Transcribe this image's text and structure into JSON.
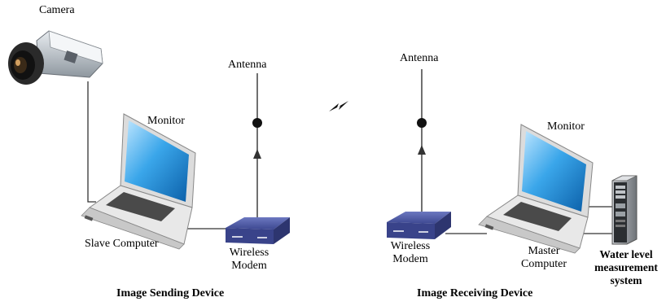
{
  "labels": {
    "camera": "Camera",
    "antenna_left": "Antenna",
    "antenna_right": "Antenna",
    "monitor_left": "Monitor",
    "monitor_right": "Monitor",
    "slave_computer": "Slave Computer",
    "wireless_modem_left_1": "Wireless",
    "wireless_modem_left_2": "Modem",
    "wireless_modem_right_1": "Wireless",
    "wireless_modem_right_2": "Modem",
    "master_computer_1": "Master",
    "master_computer_2": "Computer",
    "water_level_1": "Water level",
    "water_level_2": "measurement",
    "water_level_3": "system",
    "image_sending_device": "Image Sending Device",
    "image_receiving_device": "Image Receiving Device"
  },
  "icons": [
    "camera-icon",
    "laptop-icon",
    "wireless-modem-icon",
    "antenna-icon",
    "wireless-signal-icon",
    "server-tower-icon"
  ],
  "colors": {
    "line": "#333333",
    "modem": "#3f4a8a",
    "screen": "#1e8fd8",
    "laptop_body": "#e8e8e8"
  }
}
